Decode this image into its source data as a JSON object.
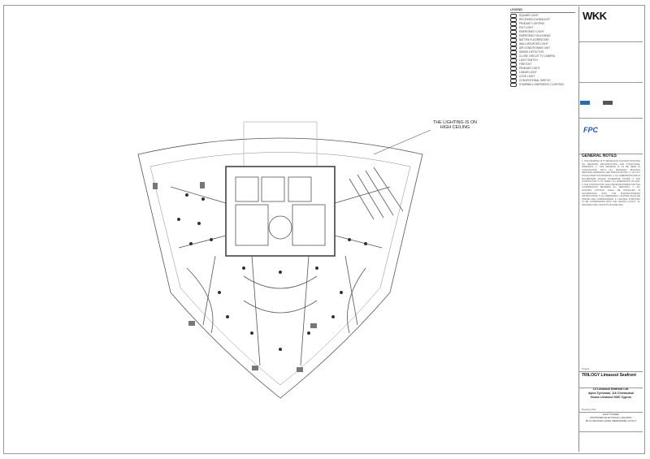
{
  "legend": {
    "title": "LEGEND",
    "items": [
      "SQUARE LIGHT",
      "RECESSED DOWNLIGHT",
      "PENDANT LIGHTING",
      "EXIT LIGHT",
      "EMERGENCY LIGHT",
      "EMERGENCY BULKHEAD",
      "BATTEN FLUORESCENT",
      "WALL MOUNTED LIGHT",
      "AIR CONDITIONING UNIT",
      "SMOKE DETECTOR",
      "CLOSE CIRCUIT TV CAMERA",
      "LIGHT SWITCH",
      "FIRE EXIT",
      "PENDANT LIGHT",
      "LINEAR LIGHT",
      "COVE LIGHT",
      "CONVENTIONAL SWITCH",
      "STAIRWELL EMERGENCY LIGHTING"
    ]
  },
  "callout": {
    "line1": "THE LIGHTING IS ON",
    "line2": "HIGH CEILING"
  },
  "title_block": {
    "brand": "WKK",
    "second_brand": "FPC",
    "general_notes_title": "GENERAL NOTES",
    "notes_text": "1. THIS DRAWING IS TO BE READ IN CONJUNCTION WITH ALL RELEVANT ARCHITECTURAL AND STRUCTURAL DRAWINGS. 2. THIS DRAWING IS TO BE READ IN CONJUNCTION WITH ALL RELEVANT BUILDING SERVICES DRAWINGS AND SPECIFICATIONS. 3. DO NOT SCALE FROM THIS DRAWING. 4. ALL DIMENSIONS ARE IN MILLIMETERS UNLESS OTHERWISE STATED. 5. THE CONTRACTOR IS TO VERIFY ALL DIMENSIONS ON SITE. 6. THE CONTRACTOR SHALL BE RESPONSIBLE FOR THE COORDINATION BETWEEN ALL SERVICES. 7. ALL LIGHTING FITTINGS SHALL BE INSTALLED IN ACCORDANCE WITH THE MANUFACTURER'S INSTRUCTIONS. 8. ALL EMERGENCY LIGHTING SHALL BE TESTED AND COMMISSIONED. 9. LIGHTING POSITIONS TO BE COORDINATED WITH THE CEILING LAYOUT. 10. PROVIDE FINAL CIRCUITS AS DIRECTED.",
    "project_label": "Project",
    "project_name": "TRILOGY Limassol Seafront",
    "client_lines": [
      "L/I Limassol Seafront Ltd.",
      "Ayios Tychonas, 116 Christodoul",
      "House Limassol 3087 Cyprus"
    ],
    "drawing_title_label": "Drawing Title",
    "drawing_title_lines": [
      "EAST TOWER",
      "PROPOSED ELECTRICAL LIGHTING",
      "66.14 GROUND LEVEL MEZZANINE LAYOUT"
    ]
  }
}
